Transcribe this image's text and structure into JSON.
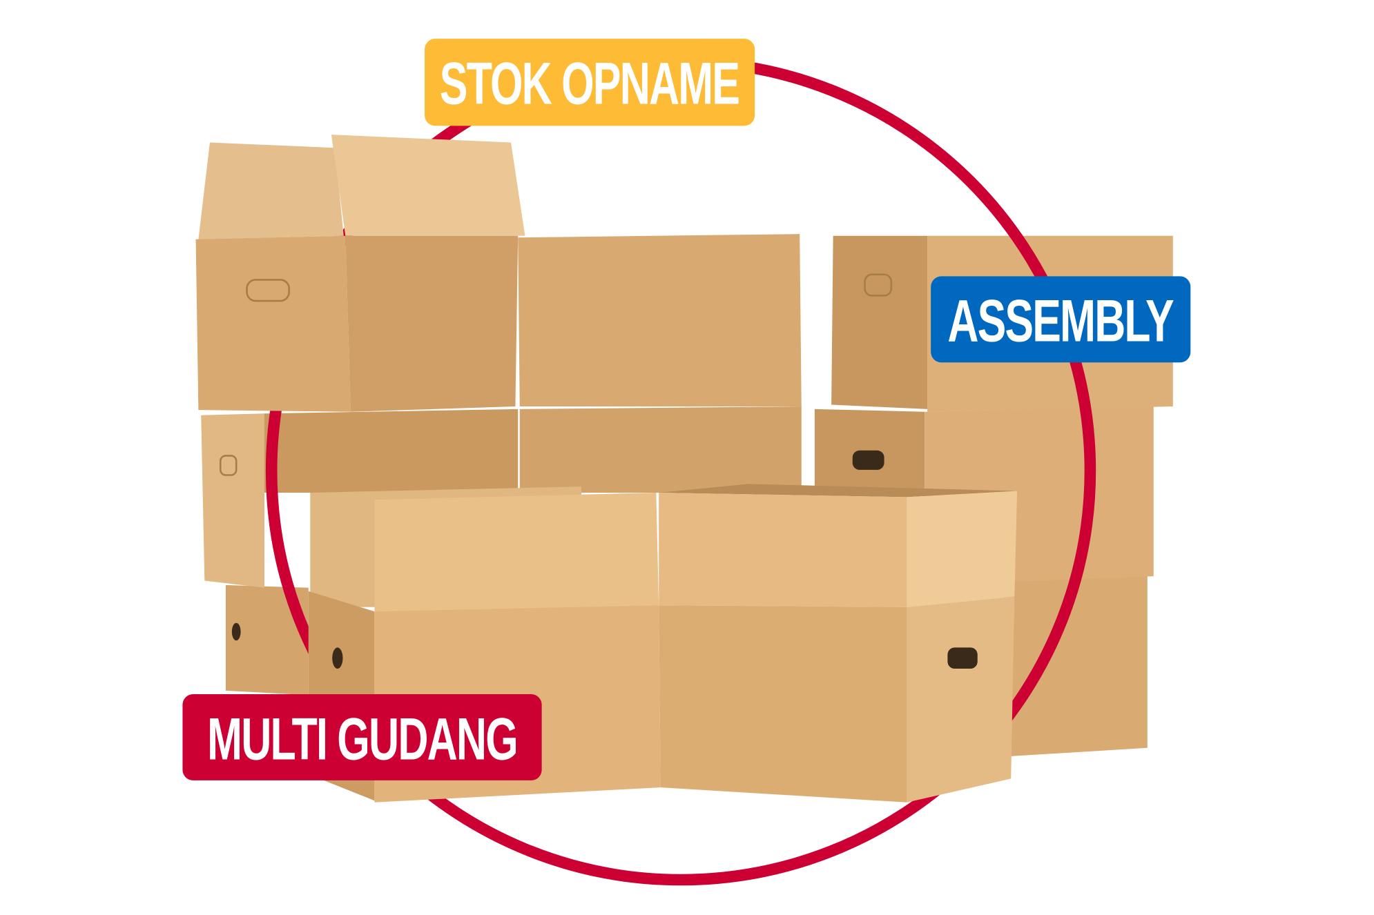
{
  "labels": {
    "stok_opname": "STOK OPNAME",
    "assembly": "ASSEMBLY",
    "multi_gudang": "MULTI GUDANG"
  },
  "colors": {
    "ring": "#CC0033",
    "stok_opname": "#FDBB36",
    "assembly": "#0068BE",
    "multi_gudang": "#CC0033",
    "box_light": "#E3B67F",
    "box_mid": "#D4A46C",
    "box_dark": "#C0905A"
  }
}
